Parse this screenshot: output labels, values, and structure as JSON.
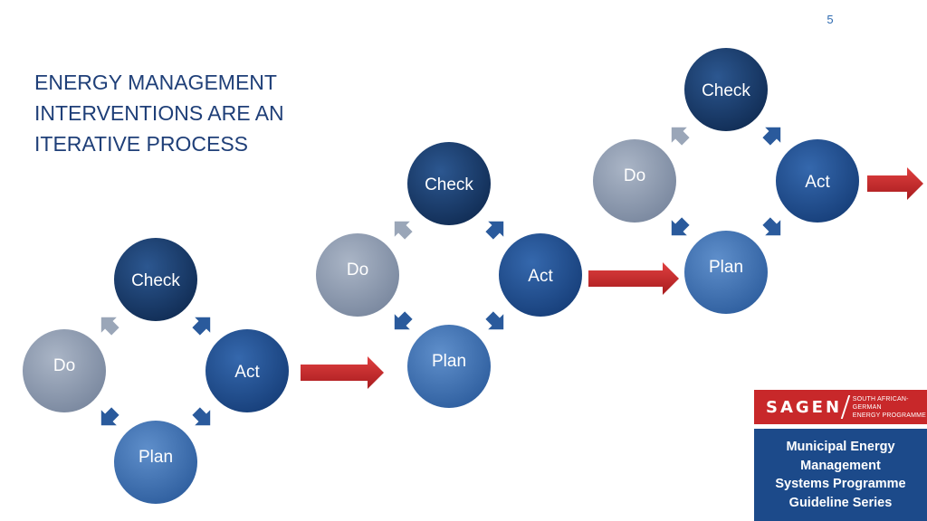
{
  "page_number": "5",
  "title_lines": [
    "ENERGY MANAGEMENT",
    "INTERVENTIONS ARE AN",
    "ITERATIVE PROCESS"
  ],
  "cycle_labels": {
    "check": "Check",
    "act": "Act",
    "plan": "Plan",
    "do": "Do"
  },
  "cycles": [
    {
      "id": "cycle-1",
      "nodes": [
        "check",
        "act",
        "plan",
        "do"
      ]
    },
    {
      "id": "cycle-2",
      "nodes": [
        "check",
        "act",
        "plan",
        "do"
      ]
    },
    {
      "id": "cycle-3",
      "nodes": [
        "check",
        "act",
        "plan",
        "do"
      ]
    }
  ],
  "colors": {
    "check": "#163a6a",
    "act": "#1f4f92",
    "plan": "#3c6eb0",
    "do": "#8c9ab0",
    "small_arrow_blue": "#2a5a9c",
    "small_arrow_grey": "#9aa6b8",
    "transition_arrow": "#c8282a",
    "title": "#1f3f78"
  },
  "logo": {
    "wordmark": "SAGEN",
    "subtitle_lines": [
      "SOUTH AFRICAN-GERMAN",
      "ENERGY PROGRAMME"
    ]
  },
  "series_box": {
    "lines": [
      "Municipal Energy",
      "Management",
      "Systems Programme",
      "Guideline Series"
    ]
  }
}
